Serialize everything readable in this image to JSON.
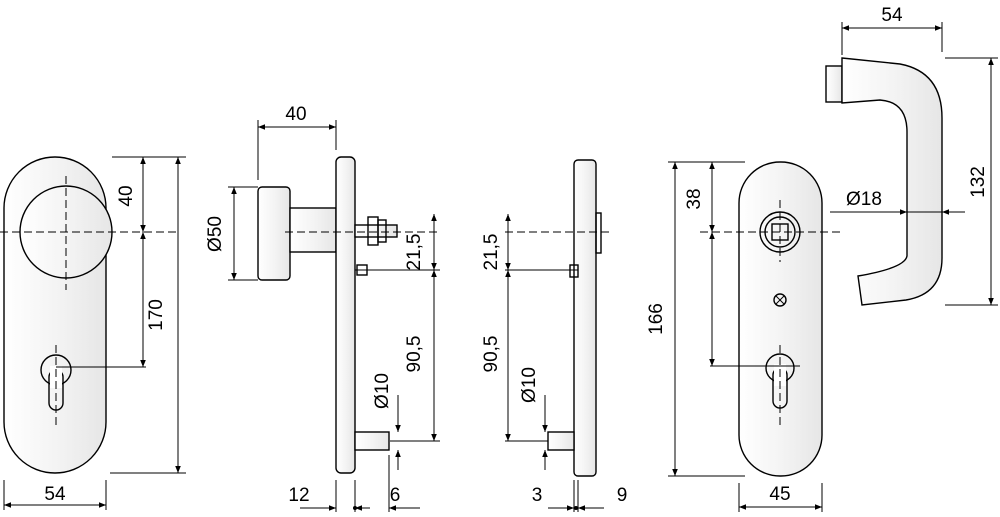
{
  "drawing": {
    "left_plate": {
      "width": "54",
      "knob_offset": "40",
      "center_distance": "170"
    },
    "knob_side": {
      "projection": "40",
      "diameter": "Ø50",
      "spindle_offset": "21,5",
      "screw_distance": "90,5",
      "screw_diameter": "Ø10",
      "plate_thickness": "12",
      "screw_length": "6"
    },
    "inner_side": {
      "spindle_offset": "21,5",
      "screw_distance": "90,5",
      "screw_diameter": "Ø10",
      "plate_thickness": "3",
      "post_length": "9"
    },
    "inner_plate": {
      "height": "166",
      "offset": "38",
      "width": "45"
    },
    "lever": {
      "width": "54",
      "height": "132",
      "diameter": "Ø18"
    }
  }
}
